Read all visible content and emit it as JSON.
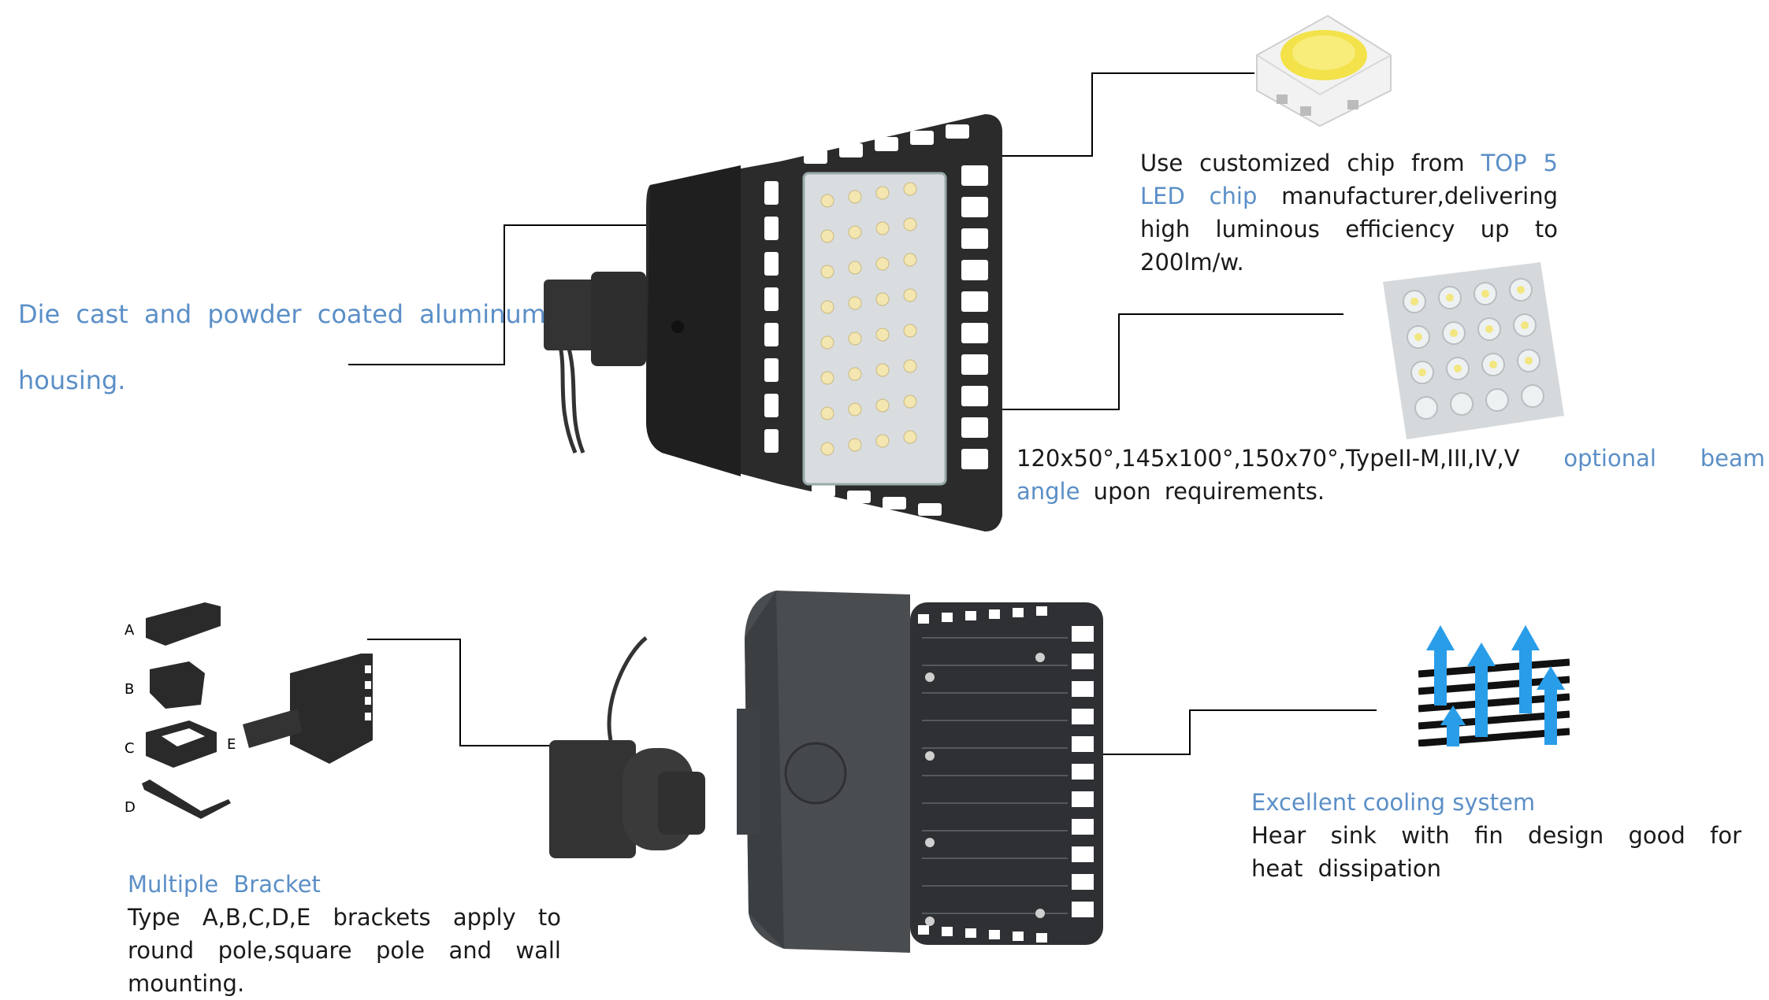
{
  "housing": {
    "line1": "Die cast and powder coated aluminum",
    "line2": "housing."
  },
  "chip": {
    "pre": "Use customized chip from ",
    "highlight": "TOP 5 LED chip",
    "post": " manufacturer,delivering high luminous efficiency up to 200lm/w."
  },
  "beam": {
    "pre": "120x50°,145x100°,150x70°,TypeII-M,III,IV,V ",
    "highlight": "optional beam angle",
    "post": " upon requirements."
  },
  "bracket": {
    "title": "Multiple Bracket",
    "body": "Type A,B,C,D,E brackets apply to round pole,square pole and wall mounting.",
    "labels": [
      "A",
      "B",
      "C",
      "D",
      "E"
    ]
  },
  "cooling": {
    "title": "Excellent cooling system",
    "body": "Hear sink with fin design good for heat dissipation"
  },
  "colors": {
    "accent_text": "#5b8fc7",
    "body_text": "#1a1a1a",
    "fixture": "#2a2a2a",
    "leader_line": "#000000"
  }
}
